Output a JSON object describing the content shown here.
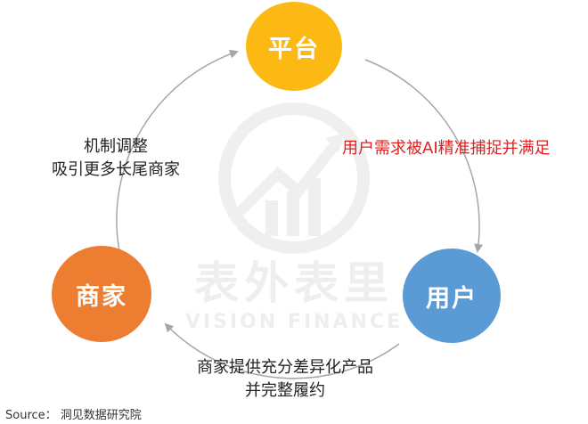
{
  "nodes": {
    "platform": {
      "label": "平台",
      "color": "#FDB913"
    },
    "user": {
      "label": "用户",
      "color": "#5B9BD5"
    },
    "merchant": {
      "label": "商家",
      "color": "#ED7D31"
    }
  },
  "labels": {
    "platform_to_user": "用户需求被AI精准捕捉并满足",
    "user_to_merchant_line1": "商家提供充分差异化产品",
    "user_to_merchant_line2": "并完整履约",
    "merchant_to_platform_line1": "机制调整",
    "merchant_to_platform_line2": "吸引更多长尾商家"
  },
  "watermark": {
    "cn": "表外表里",
    "en": "VISION FINANCE"
  },
  "source": "Source： 洞见数据研究院",
  "colors": {
    "arc": "#a6a6a6",
    "highlight_text": "#e02020",
    "watermark": "#efefef"
  }
}
